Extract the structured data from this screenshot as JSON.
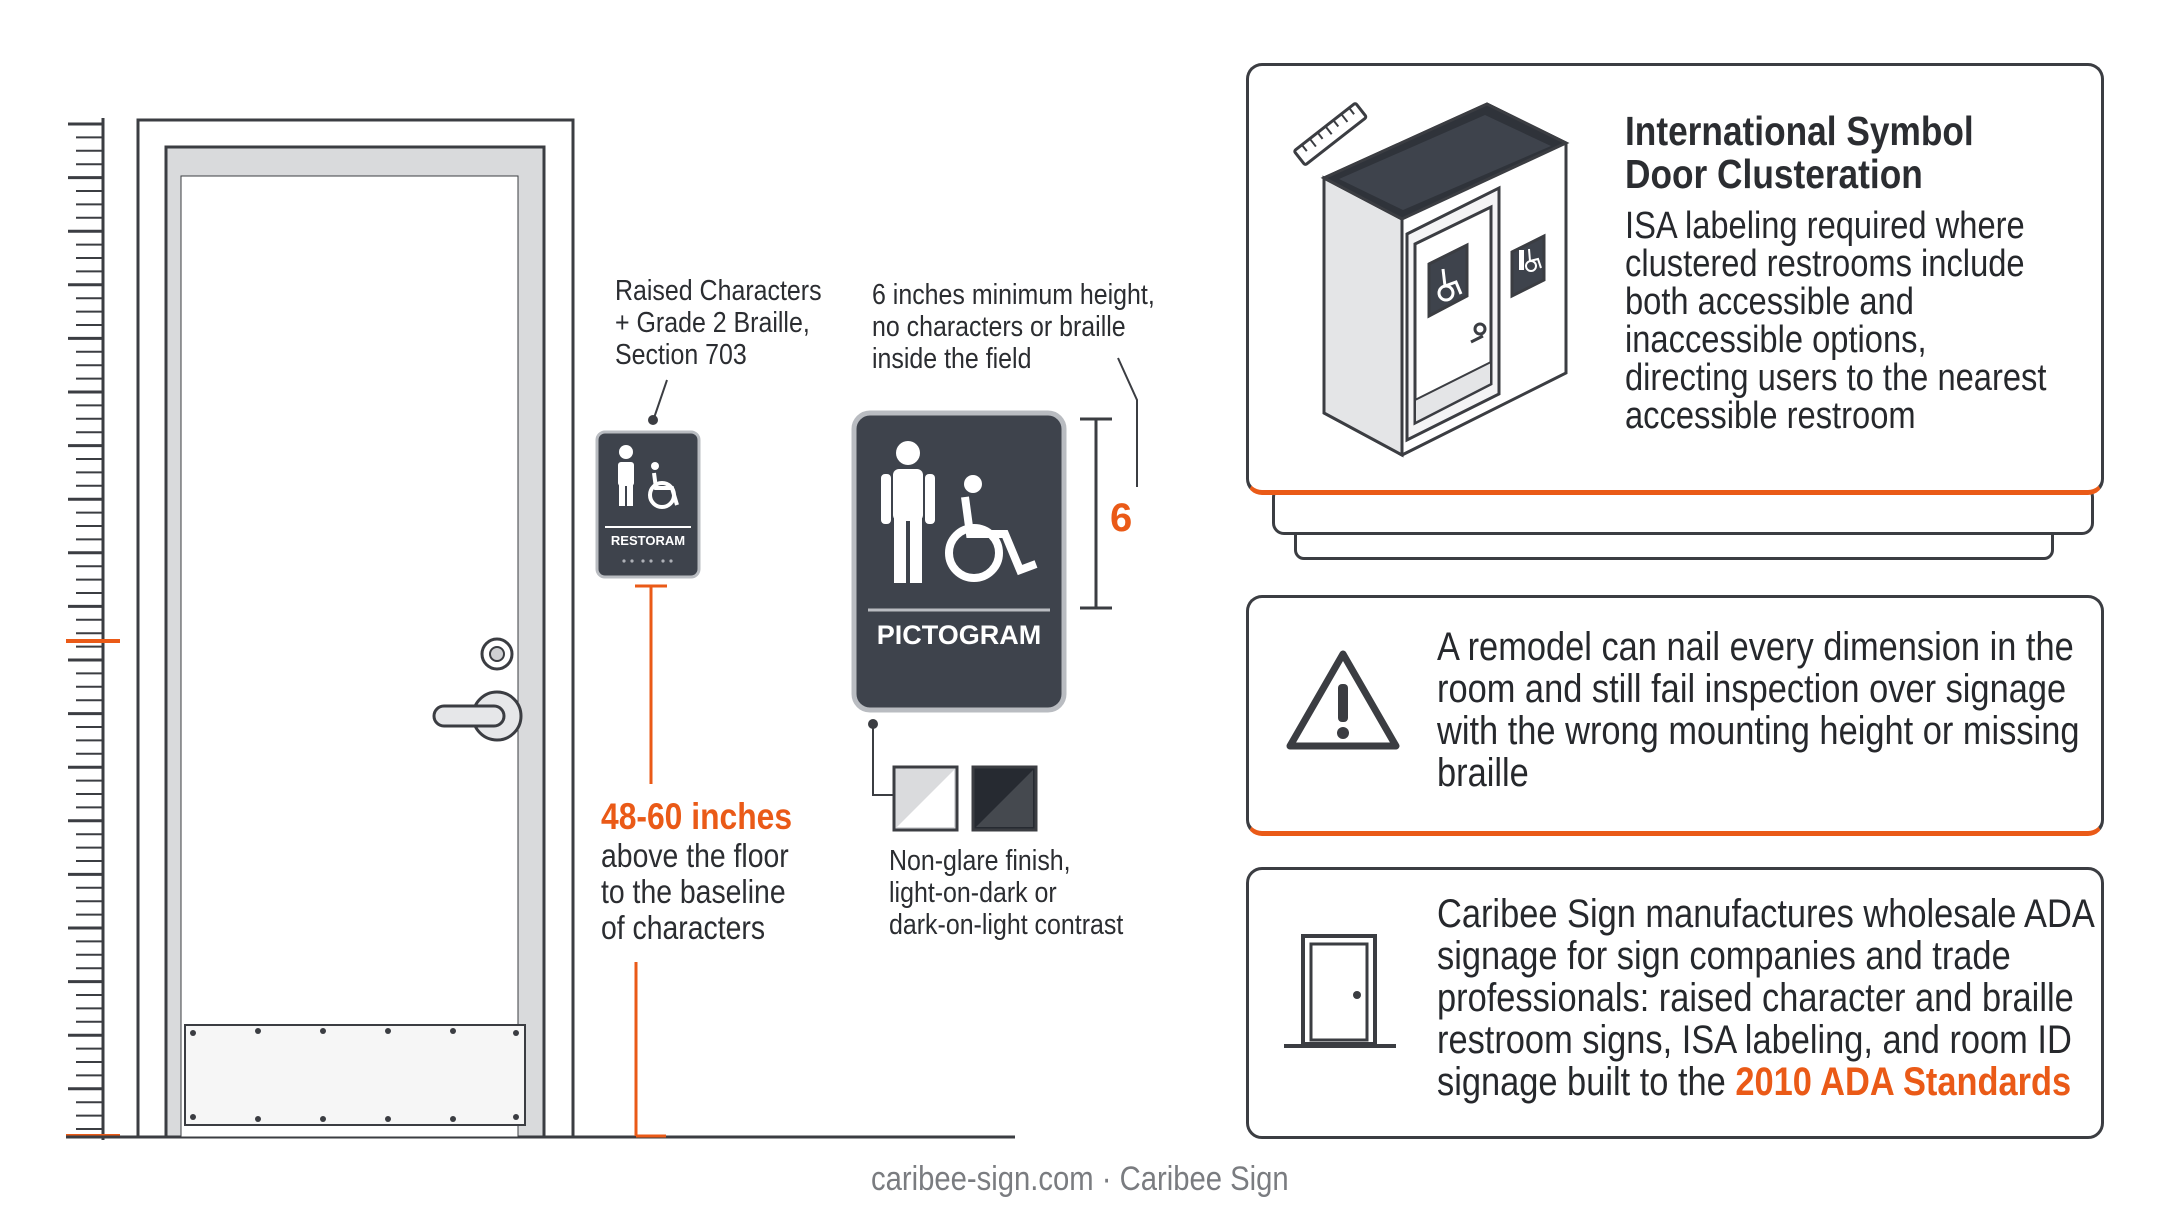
{
  "callouts": {
    "raised": [
      "Raised Characters",
      "+ Grade 2 Braille,",
      "Section 703"
    ],
    "pictogram_field": [
      "6 inches minimum height,",
      "no characters or braille",
      "inside the field"
    ],
    "height_value": "6",
    "mounting_range": "48-60 inches",
    "mounting_desc": [
      "above the floor",
      "to the baseline",
      "of characters"
    ],
    "finish": [
      "Non-glare finish,",
      "light-on-dark or",
      "dark-on-light contrast"
    ]
  },
  "small_sign": {
    "label": "RESTORAM"
  },
  "large_sign": {
    "label": "PICTOGRAM"
  },
  "cards": {
    "isa": {
      "title": [
        "International Symbol",
        "Door Clusteration"
      ],
      "body": [
        "ISA labeling required where",
        "clustered restrooms include",
        "both accessible and",
        "inaccessible options,",
        "directing users to the nearest",
        "accessible restroom"
      ]
    },
    "warning": {
      "body": [
        "A remodel can nail every dimension in the",
        "room and still fail inspection over signage",
        "with the wrong mounting height or missing",
        "braille"
      ]
    },
    "caribee": {
      "body": [
        "Caribee Sign manufactures wholesale ADA",
        "signage for sign companies and trade",
        "professionals: raised character and braille",
        "restroom signs, ISA labeling, and room ID"
      ],
      "last_line_prefix": "signage built to the ",
      "last_line_highlight": "2010 ADA Standards"
    }
  },
  "footer": "caribee-sign.com · Caribee Sign",
  "colors": {
    "accent": "#ea5a17",
    "sign": "#3e434c",
    "ink": "#3b3d42"
  },
  "icons": [
    "ruler-icon",
    "person-icon",
    "wheelchair-icon",
    "warning-icon",
    "door-icon",
    "door-handle-icon",
    "deadbolt-icon"
  ]
}
